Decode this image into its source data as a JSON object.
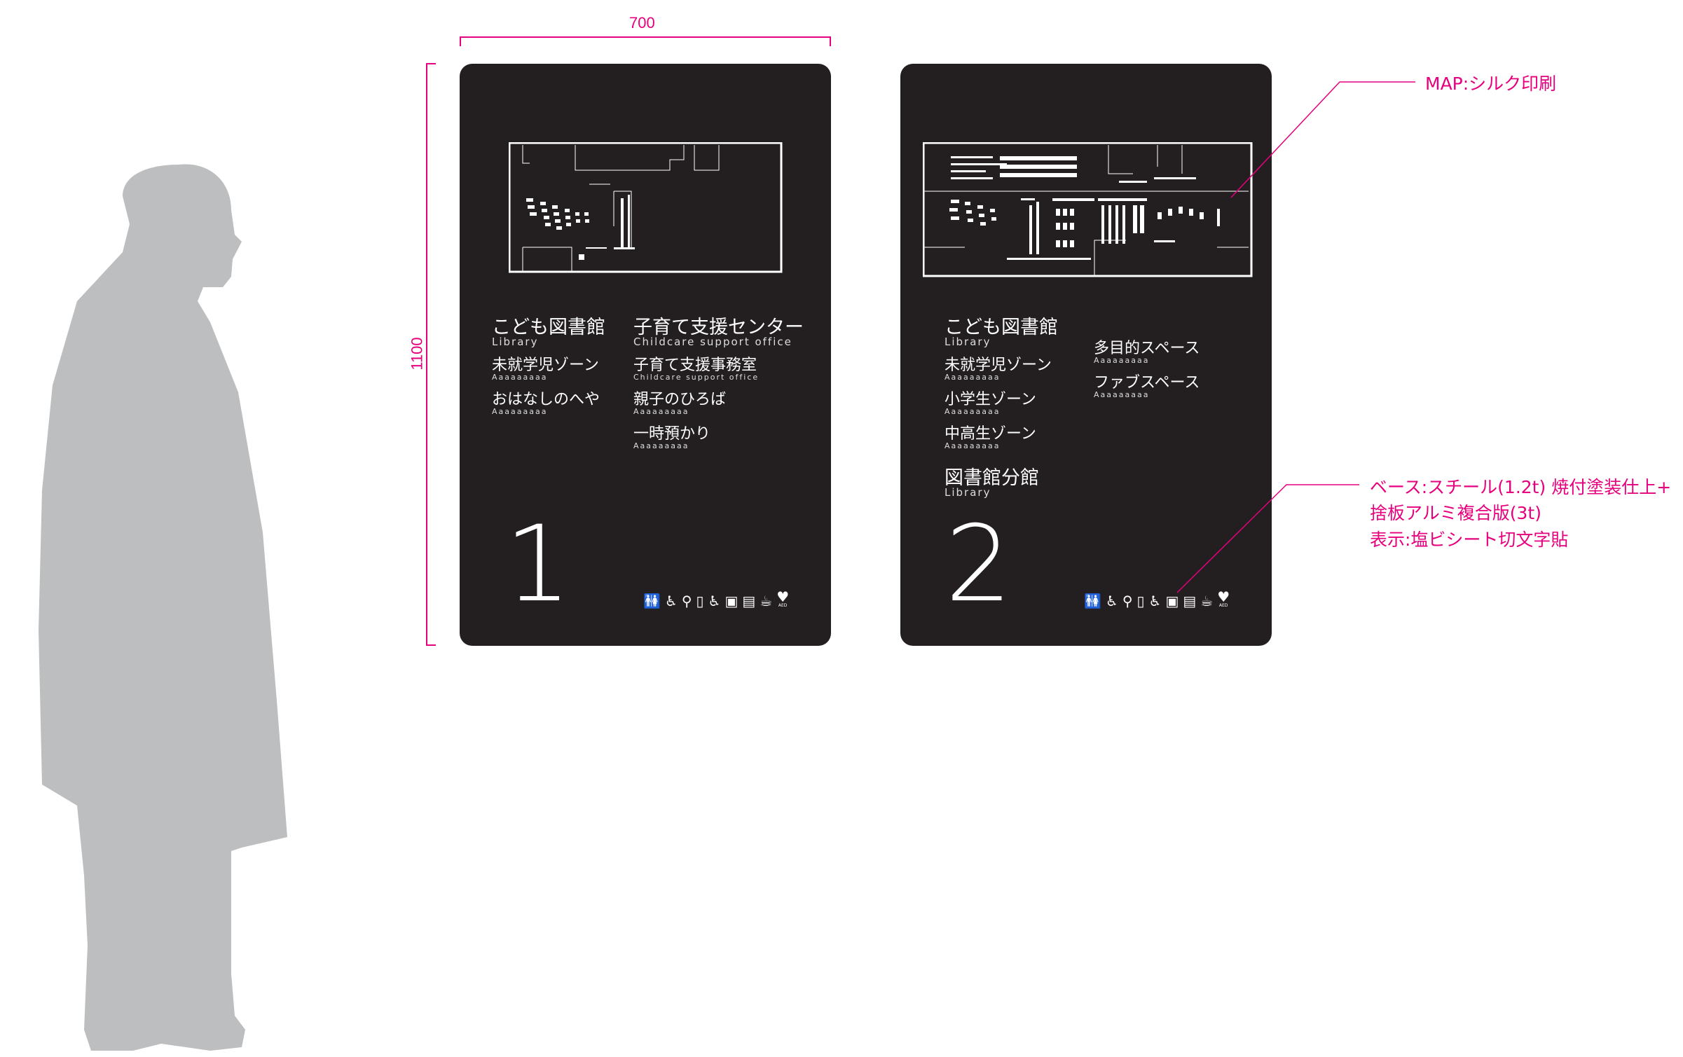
{
  "dimensions": {
    "width": "700",
    "height": "1100"
  },
  "panel1": {
    "map_label": "floor-map",
    "left": [
      {
        "ja": "こども図書館",
        "en": "Library",
        "kind": "title"
      },
      {
        "ja": "未就学児ゾーン",
        "en": "Aaaaaaaaa",
        "kind": "sub"
      },
      {
        "ja": "おはなしのへや",
        "en": "Aaaaaaaaa",
        "kind": "sub"
      }
    ],
    "right": [
      {
        "ja": "子育て支援センター",
        "en": "Childcare support office",
        "kind": "title"
      },
      {
        "ja": "子育て支援事務室",
        "en": "Childcare support office",
        "kind": "sub"
      },
      {
        "ja": "親子のひろば",
        "en": "Aaaaaaaaa",
        "kind": "sub"
      },
      {
        "ja": "一時預かり",
        "en": "Aaaaaaaaa",
        "kind": "sub"
      }
    ],
    "number": "1"
  },
  "panel2": {
    "left": [
      {
        "ja": "こども図書館",
        "en": "Library",
        "kind": "title"
      },
      {
        "ja": "未就学児ゾーン",
        "en": "Aaaaaaaaa",
        "kind": "sub"
      },
      {
        "ja": "小学生ゾーン",
        "en": "Aaaaaaaaa",
        "kind": "sub"
      },
      {
        "ja": "中高生ゾーン",
        "en": "Aaaaaaaaa",
        "kind": "sub"
      },
      {
        "ja": "図書館分館",
        "en": "Library",
        "kind": "title"
      }
    ],
    "right": [
      {
        "ja": "多目的スペース",
        "en": "Aaaaaaaaa",
        "kind": "sub"
      },
      {
        "ja": "ファブスペース",
        "en": "Aaaaaaaaa",
        "kind": "sub"
      }
    ],
    "number": "2"
  },
  "pictograms": [
    "restroom-icon",
    "wheelchair-icon",
    "nursing-icon",
    "baby-bottle-icon",
    "stroller-icon",
    "locker-icon",
    "vending-icon",
    "cafe-icon",
    "aed-icon"
  ],
  "aed_label": "AED",
  "annotations": {
    "map": "MAP:シルク印刷",
    "base_line1": "ベース:スチール(1.2t) 焼付塗装仕上+",
    "base_line2": "捨板アルミ複合版(3t)",
    "base_line3": "表示:塩ビシート切文字貼"
  },
  "colors": {
    "accent": "#e6007e",
    "panel": "#231f20",
    "silhouette": "#bcbec0"
  }
}
